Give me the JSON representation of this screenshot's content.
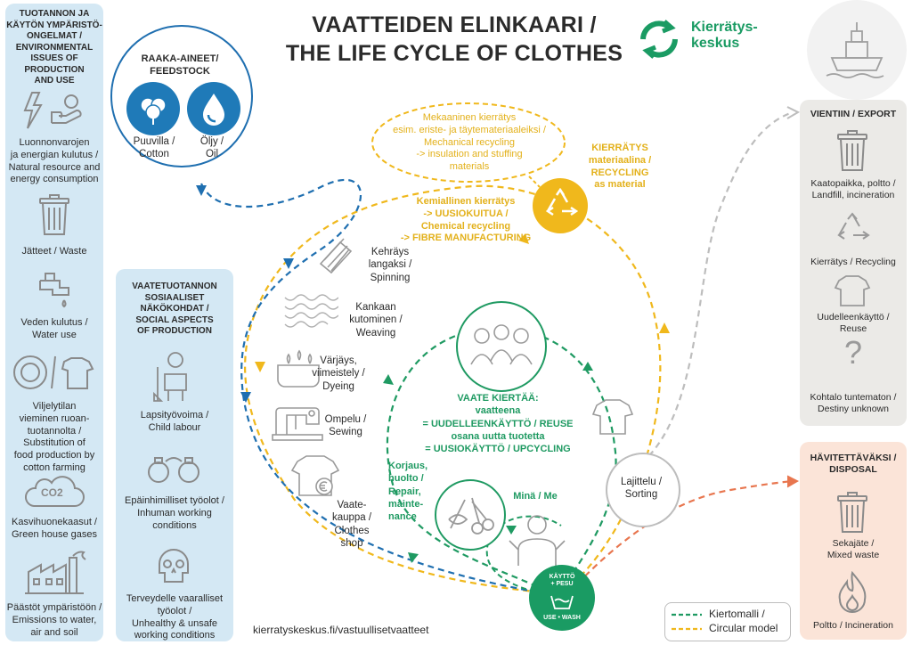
{
  "title": "VAATTEIDEN ELINKAARI /\nTHE LIFE CYCLE OF CLOTHES",
  "logo": {
    "name": "Kierrätys-\nkeskus",
    "icon": "recycle-arrows-icon",
    "color": "#1a9b63"
  },
  "colors": {
    "circular_green": "#1f9a62",
    "linear_yellow": "#f0b81c",
    "blue_dash": "#1f6fb0",
    "grey_dash": "#bdbdbd",
    "disposal_orange": "#e8764f",
    "panel_blue": "#d4e8f4"
  },
  "left_panel": {
    "title": "TUOTANNON JA\nKÄYTÖN YMPÄRISTÖ-\nONGELMAT /\nENVIRONMENTAL\nISSUES OF\nPRODUCTION\nAND USE",
    "items": [
      {
        "icon": "energy-hand-icon",
        "label": "Luonnonvarojen\nja energian kulutus /\nNatural resource and\nenergy consumption"
      },
      {
        "icon": "trash-bin-icon",
        "label": "Jätteet / Waste"
      },
      {
        "icon": "faucet-icon",
        "label": "Veden kulutus /\nWater use"
      },
      {
        "icon": "plate-shirt-icon",
        "label": "Viljelytilan\nvieminen ruoan-\ntuotannolta /\nSubstitution of\nfood production by\ncotton farming"
      },
      {
        "icon": "co2-cloud-icon",
        "label": "Kasvihuonekaasut /\nGreen house gases",
        "icon_text": "CO2"
      },
      {
        "icon": "factory-icon",
        "label": "Päästöt ympäristöön /\nEmissions to water,\nair and soil"
      }
    ]
  },
  "raw_materials": {
    "title": "RAAKA-AINEET/\nFEEDSTOCK",
    "items": [
      {
        "icon": "cotton-icon",
        "label": "Puuvilla /\nCotton"
      },
      {
        "icon": "oil-drop-icon",
        "label": "Öljy /\nOil"
      }
    ]
  },
  "social_panel": {
    "title": "VAATETUOTANNON\nSOSIAALISET\nNÄKÖKOHDAT /\nSOCIAL ASPECTS\nOF PRODUCTION",
    "items": [
      {
        "icon": "child-worker-icon",
        "label": "Lapsityövoima /\nChild labour"
      },
      {
        "icon": "handcuffs-icon",
        "label": "Epäinhimilliset työolot /\nInhuman working\nconditions"
      },
      {
        "icon": "skull-icon",
        "label": "Terveydelle vaaralliset\ntyöolot /\nUnhealthy & unsafe\nworking conditions"
      }
    ]
  },
  "production_steps": [
    {
      "icon": "yarn-spool-icon",
      "label": "Kehräys\nlangaksi /\nSpinning"
    },
    {
      "icon": "fabric-icon",
      "label": "Kankaan\nkutominen /\nWeaving"
    },
    {
      "icon": "dye-bath-icon",
      "label": "Värjäys,\nviimeistely /\nDyeing"
    },
    {
      "icon": "sewing-machine-icon",
      "label": "Ompelu /\nSewing"
    },
    {
      "icon": "shirt-euro-icon",
      "label": "Vaate-\nkauppa /\nClothes\nshop"
    }
  ],
  "recycling": {
    "mechanical": "Mekaaninen kierrätys\nesim. eriste- ja täytemateriaaleiksi /\nMechanical recycling\n-> insulation and stuffing\nmaterials",
    "as_material": "KIERRÄTYS\nmateriaalina /\nRECYCLING\nas material",
    "chemical": "Kemiallinen kierrätys\n-> UUSIOKUITUA /\nChemical recycling\n-> FIBRE MANUFACTURING",
    "icon": "recycle-icon"
  },
  "circulation": {
    "text": "VAATE KIERTÄÄ:\nvaatteena\n= UUDELLEENKÄYTTÖ / REUSE\nosana uutta tuotetta\n= UUSIOKÄYTTÖ / UPCYCLING",
    "repair": "Korjaus,\nhuolto /\nRepair,\nmainte-\nnance",
    "me": "Minä / Me",
    "sorting": "Lajittelu /\nSorting",
    "use_wash": {
      "top": "KÄYTTÖ\n+ PESU",
      "bottom": "USE • WASH"
    }
  },
  "export_panel": {
    "title": "VIENTIIN / EXPORT",
    "items": [
      {
        "icon": "trash-bin-icon",
        "label": "Kaatopaikka, poltto /\nLandfill, incineration"
      },
      {
        "icon": "recycle-icon",
        "label": "Kierrätys / Recycling"
      },
      {
        "icon": "shirt-icon",
        "label": "Uudelleenkäyttö /\nReuse"
      },
      {
        "icon": "question-mark-icon",
        "label": "Kohtalo tuntematon /\nDestiny unknown",
        "glyph": "?"
      }
    ]
  },
  "disposal_panel": {
    "title": "HÄVITETTÄVÄKSI /\nDISPOSAL",
    "items": [
      {
        "icon": "trash-bin-icon",
        "label": "Sekajäte /\nMixed waste"
      },
      {
        "icon": "fire-icon",
        "label": "Poltto / Incineration"
      }
    ]
  },
  "legend": {
    "circular": "Kiertomalli /",
    "linear": "Circular model"
  },
  "footer_url": "kierratyskeskus.fi/vastuullisetvaatteet"
}
